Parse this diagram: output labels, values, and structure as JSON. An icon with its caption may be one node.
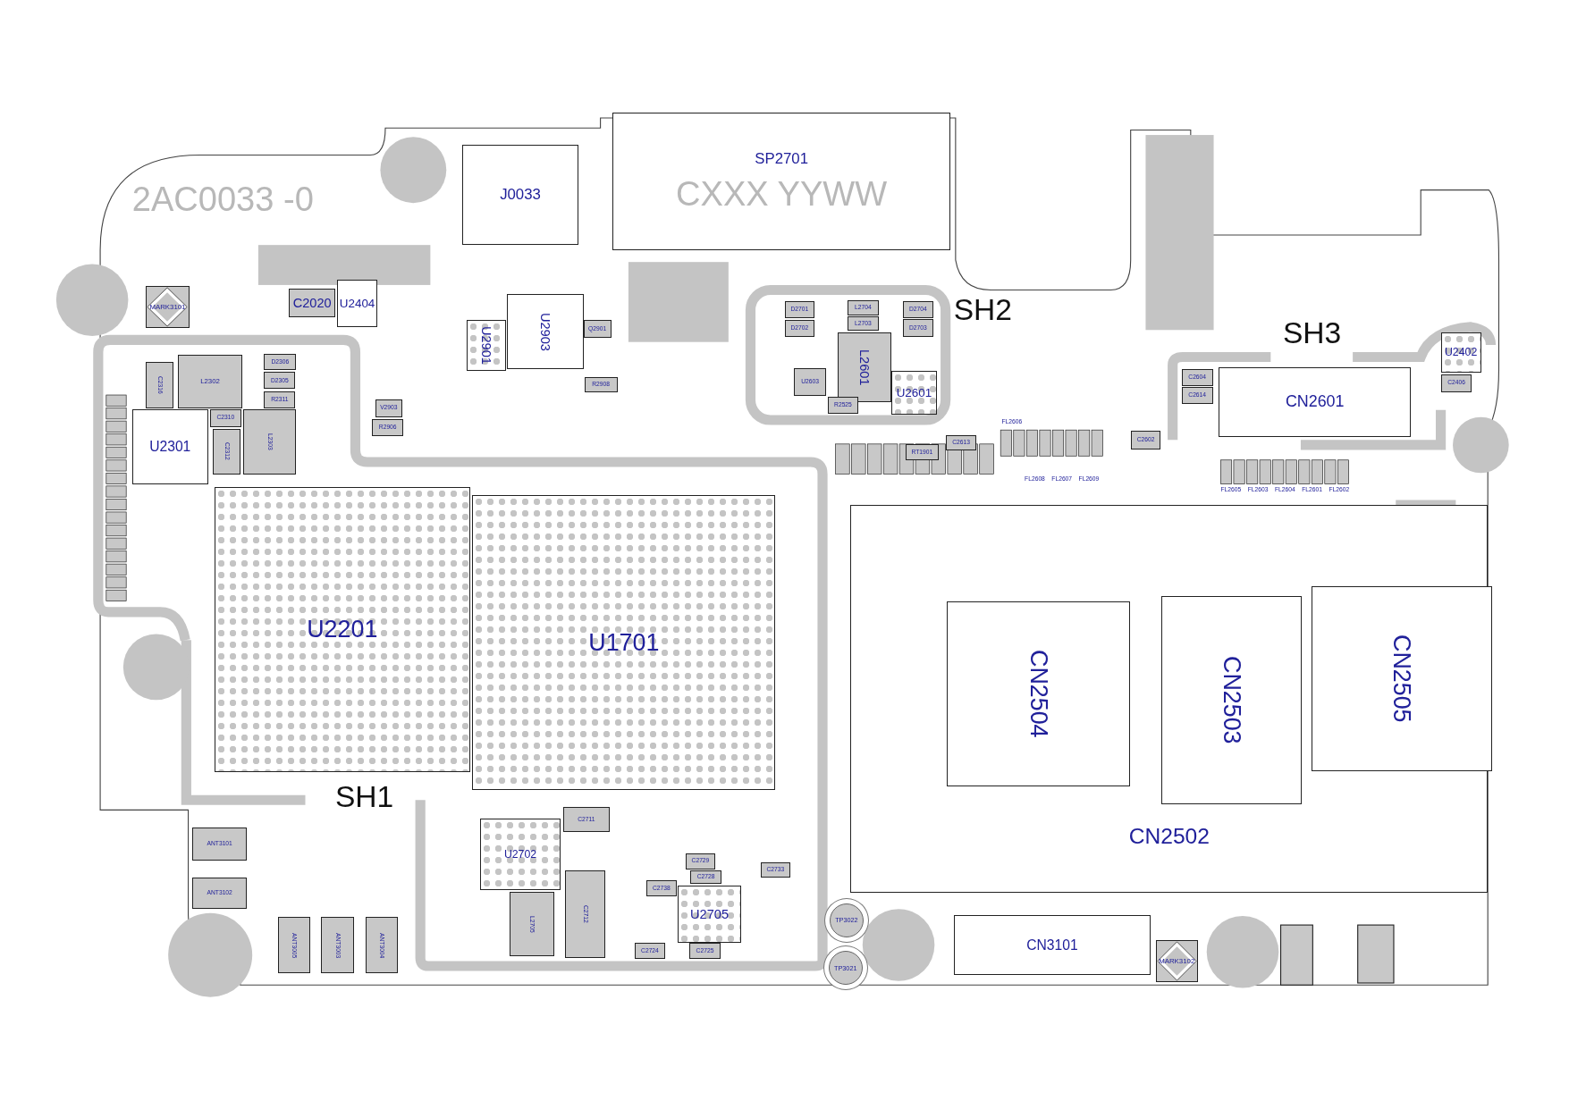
{
  "diagram": {
    "nodes": [
      {
        "text": [
          "SP2701",
          "CXXX YYWW"
        ]
      },
      {
        "text": [
          "J0033"
        ]
      },
      {
        "text": [
          "C2020"
        ]
      },
      {
        "text": [
          "U2404"
        ]
      },
      {
        "text": [
          "MARK3101"
        ]
      },
      {
        "text": [
          "L2302"
        ]
      },
      {
        "text": [
          "D2306"
        ]
      },
      {
        "text": [
          "D2305"
        ]
      },
      {
        "text": [
          "R2311"
        ]
      },
      {
        "text": [
          "C2316"
        ]
      },
      {
        "text": [
          "U2301"
        ]
      },
      {
        "text": [
          "C2310"
        ]
      },
      {
        "text": [
          "C2312"
        ]
      },
      {
        "text": [
          "L2303"
        ]
      },
      {
        "text": [
          "U2901"
        ]
      },
      {
        "text": [
          "U2903"
        ]
      },
      {
        "text": [
          "Q2901"
        ]
      },
      {
        "text": [
          "R2908"
        ]
      },
      {
        "text": [
          "V2903"
        ]
      },
      {
        "text": [
          "R2906"
        ]
      },
      {
        "text": [
          "D2701"
        ]
      },
      {
        "text": [
          "D2702"
        ]
      },
      {
        "text": [
          "L2704"
        ]
      },
      {
        "text": [
          "L2703"
        ]
      },
      {
        "text": [
          "D2704"
        ]
      },
      {
        "text": [
          "D2703"
        ]
      },
      {
        "text": [
          "L2601"
        ]
      },
      {
        "text": [
          "U2603"
        ]
      },
      {
        "text": [
          "R2525"
        ]
      },
      {
        "text": [
          "U2601"
        ]
      },
      {
        "text": [
          "C2613"
        ]
      },
      {
        "text": [
          "RT1901"
        ]
      },
      {
        "text": [
          "C2602"
        ]
      },
      {
        "text": [
          "C2604"
        ]
      },
      {
        "text": [
          "C2614"
        ]
      },
      {
        "text": [
          "CN2601"
        ]
      },
      {
        "text": [
          "U2402"
        ]
      },
      {
        "text": [
          "C2406"
        ]
      },
      {
        "text": [
          "U2201"
        ]
      },
      {
        "text": [
          "U1701"
        ]
      },
      {
        "text": [
          "CN2502"
        ]
      },
      {
        "text": [
          "CN2504"
        ],
        "in": 40
      },
      {
        "text": [
          "CN2503"
        ],
        "in": 40
      },
      {
        "text": [
          "CN2505"
        ],
        "in": 40
      },
      {
        "text": [
          "ANT3101"
        ]
      },
      {
        "text": [
          "ANT3102"
        ]
      },
      {
        "text": [
          "ANT3005"
        ]
      },
      {
        "text": [
          "ANT3003"
        ]
      },
      {
        "text": [
          "ANT3004"
        ]
      },
      {
        "text": [
          "U2702"
        ]
      },
      {
        "text": [
          "C2711"
        ]
      },
      {
        "text": [
          "C2712"
        ]
      },
      {
        "text": [
          "L2705"
        ]
      },
      {
        "text": [
          "U2705"
        ]
      },
      {
        "text": [
          "C2729"
        ]
      },
      {
        "text": [
          "C2728"
        ]
      },
      {
        "text": [
          "C2738"
        ]
      },
      {
        "text": [
          "C2733"
        ]
      },
      {
        "text": [
          "C2724"
        ]
      },
      {
        "text": [
          "C2725"
        ]
      },
      {
        "text": [
          "TP3022"
        ]
      },
      {
        "text": [
          "TP3021"
        ]
      },
      {
        "text": [
          "CN3101"
        ]
      },
      {
        "text": [
          "MARK3102"
        ]
      }
    ],
    "labels": [
      "2AC0033 -0",
      "SH2",
      "SH3",
      "FL2606",
      "FL2608",
      "FL2607",
      "FL2609",
      "FL2605",
      "FL2603",
      "FL2604",
      "FL2601",
      "FL2602",
      "SH1"
    ]
  }
}
